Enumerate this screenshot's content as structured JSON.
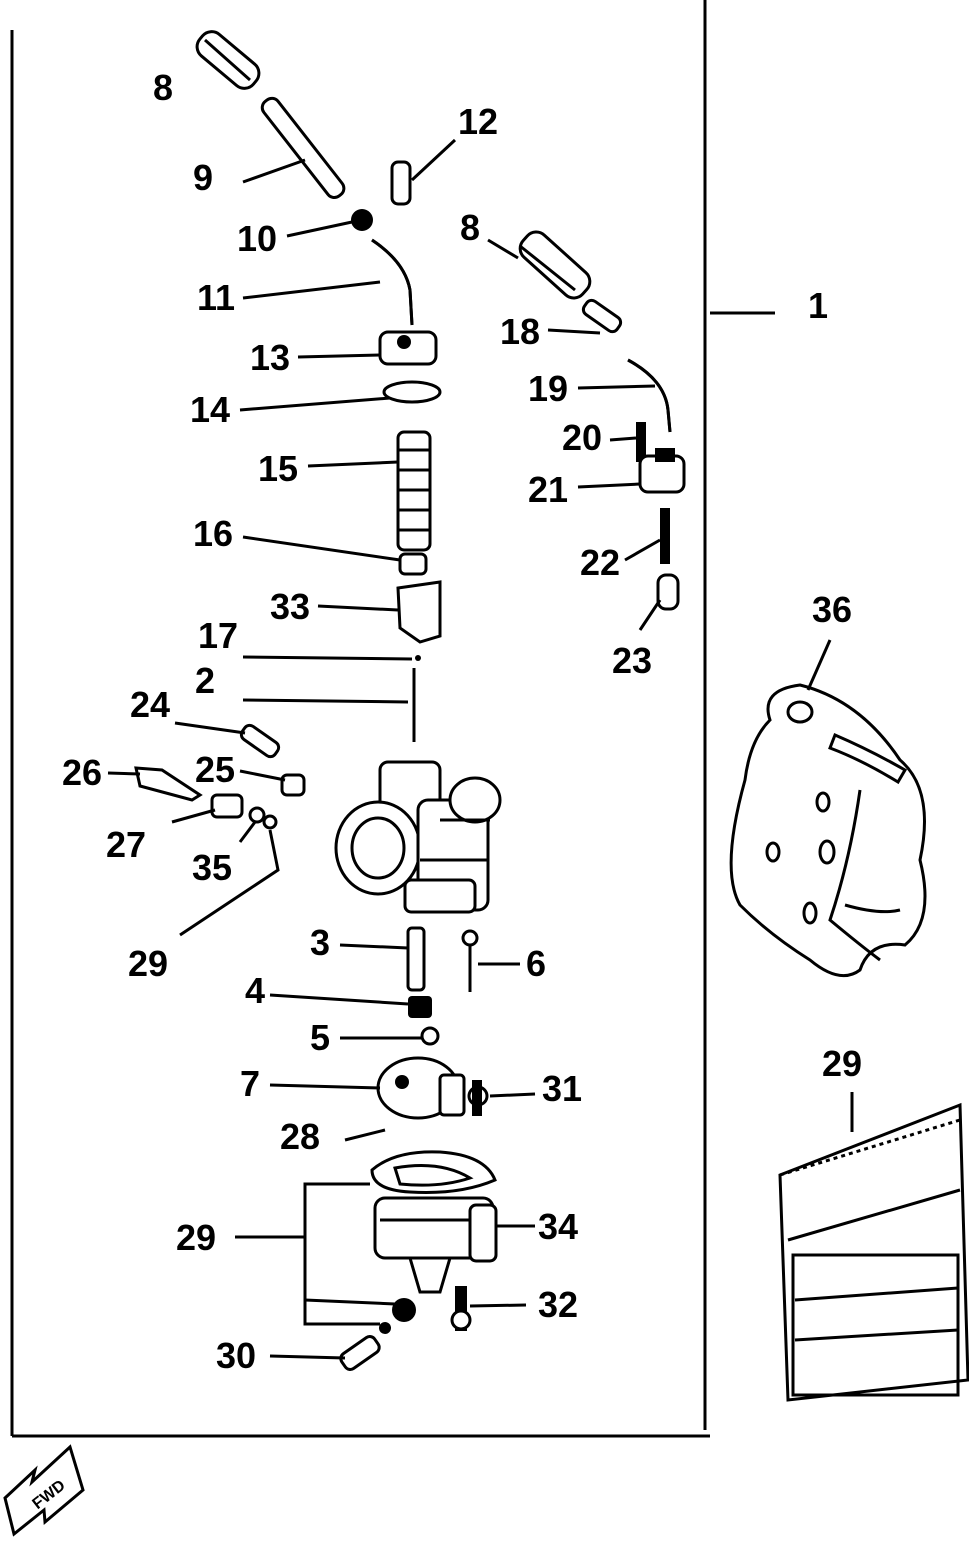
{
  "labels": {
    "l1": "1",
    "l2": "2",
    "l3": "3",
    "l4": "4",
    "l5": "5",
    "l6": "6",
    "l7": "7",
    "l8a": "8",
    "l8b": "8",
    "l9": "9",
    "l10": "10",
    "l11": "11",
    "l12": "12",
    "l13": "13",
    "l14": "14",
    "l15": "15",
    "l16": "16",
    "l17": "17",
    "l18": "18",
    "l19": "19",
    "l20": "20",
    "l21": "21",
    "l22": "22",
    "l23": "23",
    "l24": "24",
    "l25": "25",
    "l26": "26",
    "l27": "27",
    "l28": "28",
    "l29a": "29",
    "l29b": "29",
    "l29c": "29",
    "l30": "30",
    "l31": "31",
    "l32": "32",
    "l33": "33",
    "l34": "34",
    "l35": "35",
    "l36": "36"
  },
  "fwd_arrow": {
    "text": "FWD",
    "icon": "fwd-arrow-icon"
  }
}
